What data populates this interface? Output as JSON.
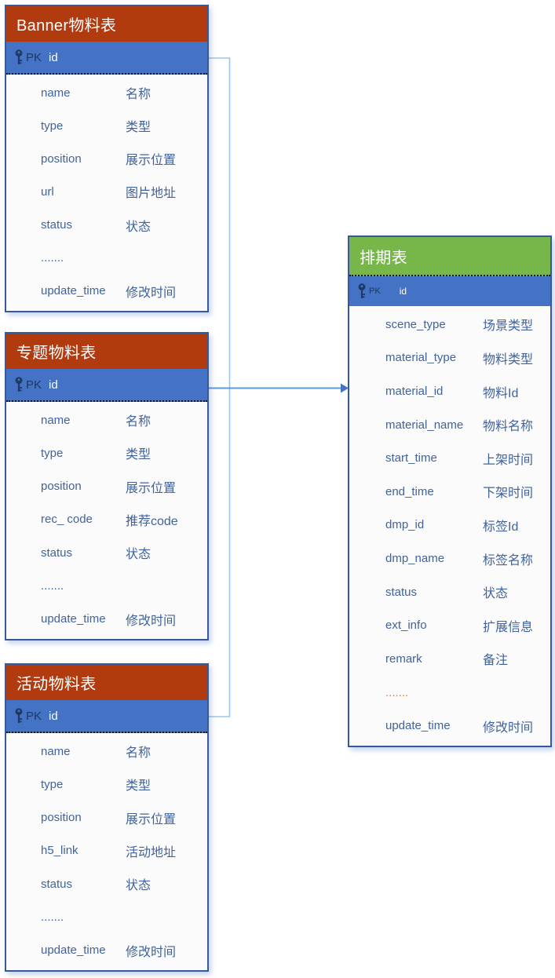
{
  "diagram": {
    "colors": {
      "header-red": "#B23A0F",
      "header-green": "#77B74A",
      "pk-blue": "#4472C4",
      "key-navy": "#1F3864",
      "text-blue": "#41639C",
      "ellipsis-orange": "#ED7D31",
      "border-blue": "#35599B",
      "body-bg": "#FBFBFC",
      "connector-light": "#9DC3E6",
      "connector-mid": "#5B9BD5",
      "arrow-blue": "#4472C4"
    },
    "pk_icon": "key",
    "tables": [
      {
        "id": "banner",
        "title": "Banner物料表",
        "pk": {
          "label": "PK",
          "field": "id"
        },
        "rows": [
          {
            "field": "name",
            "label": "名称"
          },
          {
            "field": "type",
            "label": "类型"
          },
          {
            "field": "position",
            "label": "展示位置"
          },
          {
            "field": "url",
            "label": "图片地址"
          },
          {
            "field": "status",
            "label": "状态"
          },
          {
            "field": ".......",
            "label": ""
          },
          {
            "field": "update_time",
            "label": "修改时间"
          }
        ]
      },
      {
        "id": "topic",
        "title": "专题物料表",
        "pk": {
          "label": "PK",
          "field": "id"
        },
        "rows": [
          {
            "field": "name",
            "label": "名称"
          },
          {
            "field": "type",
            "label": "类型"
          },
          {
            "field": "position",
            "label": "展示位置"
          },
          {
            "field": "rec_ code",
            "label": "推荐code"
          },
          {
            "field": "status",
            "label": "状态"
          },
          {
            "field": ".......",
            "label": ""
          },
          {
            "field": "update_time",
            "label": "修改时间"
          }
        ]
      },
      {
        "id": "activity",
        "title": "活动物料表",
        "pk": {
          "label": "PK",
          "field": "id"
        },
        "rows": [
          {
            "field": "name",
            "label": "名称"
          },
          {
            "field": "type",
            "label": "类型"
          },
          {
            "field": "position",
            "label": "展示位置"
          },
          {
            "field": "h5_link",
            "label": "活动地址"
          },
          {
            "field": "status",
            "label": "状态"
          },
          {
            "field": ".......",
            "label": ""
          },
          {
            "field": "update_time",
            "label": "修改时间"
          }
        ]
      },
      {
        "id": "schedule",
        "title": "排期表",
        "pk": {
          "label": "PK",
          "field": "id"
        },
        "rows": [
          {
            "field": "scene_type",
            "label": "场景类型"
          },
          {
            "field": "material_type",
            "label": "物料类型"
          },
          {
            "field": "material_id",
            "label": "物料Id"
          },
          {
            "field": "material_name",
            "label": "物料名称"
          },
          {
            "field": "start_time",
            "label": "上架时间"
          },
          {
            "field": "end_time",
            "label": "下架时间"
          },
          {
            "field": "dmp_id",
            "label": "标签Id"
          },
          {
            "field": "dmp_name",
            "label": "标签名称"
          },
          {
            "field": "status",
            "label": "状态"
          },
          {
            "field": "ext_info",
            "label": "扩展信息"
          },
          {
            "field": "remark",
            "label": "备注"
          },
          {
            "field": ".......",
            "label": "",
            "accent": true
          },
          {
            "field": "update_time",
            "label": "修改时间"
          }
        ]
      }
    ]
  }
}
